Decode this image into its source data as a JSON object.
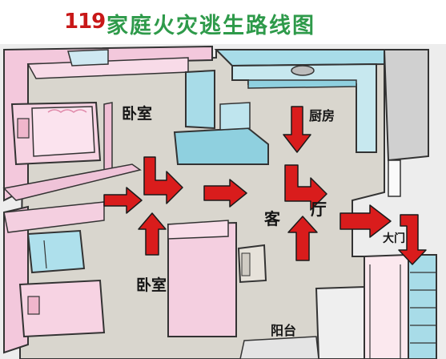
{
  "title": {
    "number": "119",
    "text": "家庭火灾逃生路线图"
  },
  "rooms": {
    "bedroom_top": "卧室",
    "bedroom_bottom": "卧室",
    "kitchen": "厨房",
    "living_room_left": "客",
    "living_room_right": "厅",
    "balcony": "阳台",
    "main_door": "大门"
  },
  "colors": {
    "title_number": "#c81818",
    "title_text": "#2e9a4a",
    "arrow": "#d91c1c",
    "wall_pink": "#f3c8dc",
    "wall_blue": "#a8dce8",
    "floor": "#d8d4cc",
    "outside_floor": "#e9e9e9"
  },
  "icons": {
    "arrow": "red-escape-arrow",
    "bed": "bed-icon",
    "sofa": "sofa-icon",
    "stairs": "stairs-icon"
  }
}
